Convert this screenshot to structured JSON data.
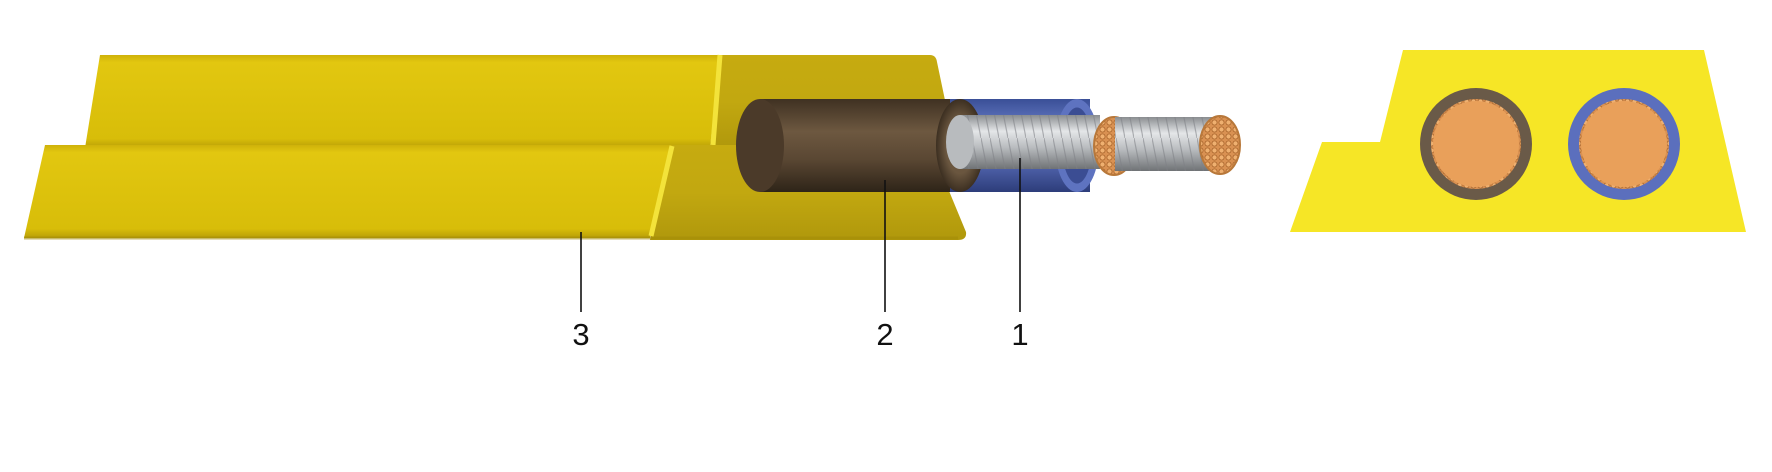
{
  "callouts": [
    {
      "id": "1",
      "label": "1"
    },
    {
      "id": "2",
      "label": "2"
    },
    {
      "id": "3",
      "label": "3"
    }
  ],
  "colors": {
    "sheath_yellow": "#dcc00a",
    "sheath_yellow_dark": "#c1a911",
    "cross_section_yellow": "#f6e626",
    "insulation_brown": "#5f4c37",
    "insulation_blue": "#5b6fbd",
    "copper": "#e8a25e",
    "strand_silver": "#c9ccce"
  }
}
